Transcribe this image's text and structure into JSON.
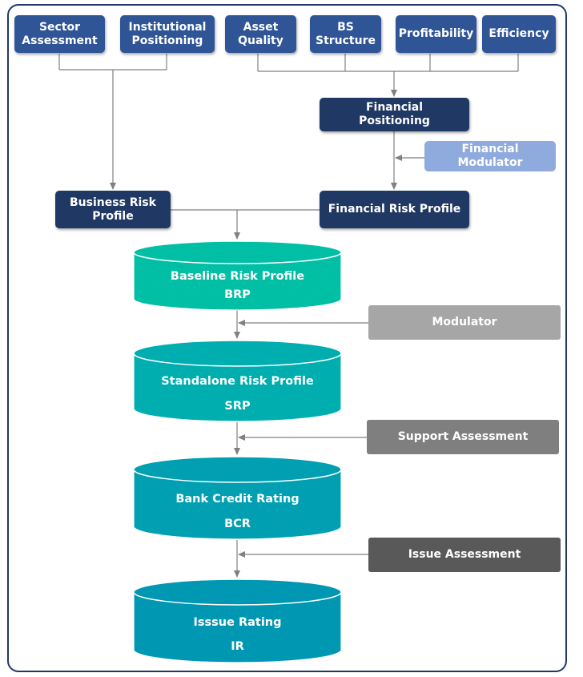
{
  "top_boxes": {
    "sector": "Sector\nAssessment",
    "institutional": "Institutional\nPositioning",
    "asset_quality": "Asset\nQuality",
    "bs_structure": "BS\nStructure",
    "profitability": "Profitability",
    "efficiency": "Efficiency"
  },
  "mid_boxes": {
    "financial_positioning": "Financial\nPositioning",
    "financial_modulator": "Financial\nModulator",
    "business_risk_profile": "Business Risk\nProfile",
    "financial_risk_profile": "Financial Risk Profile"
  },
  "cylinders": [
    {
      "title": "Baseline Risk Profile",
      "abbr": "BRP"
    },
    {
      "title": "Standalone Risk Profile",
      "abbr": "SRP"
    },
    {
      "title": "Bank Credit Rating",
      "abbr": "BCR"
    },
    {
      "title": "Isssue Rating",
      "abbr": "IR"
    }
  ],
  "side_inputs": {
    "modulator": "Modulator",
    "support_assessment": "Support Assessment",
    "issue_assessment": "Issue Assessment"
  },
  "colors": {
    "blue": "#2f5597",
    "navy": "#203864",
    "light_blue": "#8faadc",
    "teal_1": "#00bfa5",
    "teal_2": "#00aeb0",
    "teal_3": "#00a0b2",
    "teal_4": "#0097b2"
  }
}
